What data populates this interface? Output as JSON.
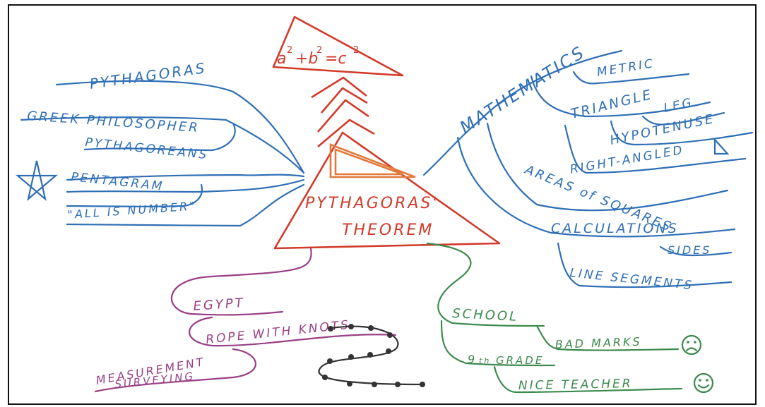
{
  "center": {
    "title_line1": "PYTHAGORAS'",
    "title_line2": "THEOREM"
  },
  "formula": {
    "a": "a",
    "plus": "+b",
    "eq": "=c",
    "sq": "2"
  },
  "left_branches": {
    "pythagoras": "PYTHAGORAS",
    "greek": "GREEK PHILOSOPHER",
    "pythagoreans": "PYTHAGOREANS",
    "pentagram": "PENTAGRAM",
    "all_number": "\"ALL IS NUMBER\""
  },
  "right_branches": {
    "mathematics": "MATHEMATICS",
    "metric": "METRIC",
    "triangle": "TRIANGLE",
    "leg": "LEG",
    "hypotenuse": "HYPOTENUSE",
    "right_angled": "RIGHT-ANGLED",
    "areas": "AREAS of SQUARES",
    "calculations": "CALCULATIONS",
    "sides": "SIDES",
    "line_segments": "LINE SEGMENTS"
  },
  "bottom_left": {
    "egypt": "EGYPT",
    "rope": "ROPE WITH KNOTS",
    "measurement": "MEASUREMENT",
    "surveying": "SURVEYING"
  },
  "bottom_right": {
    "school": "SCHOOL",
    "bad_marks": "BAD MARKS",
    "grade_num": "9",
    "grade_suffix": "th",
    "grade_word": "GRADE",
    "nice_teacher": "NICE TEACHER"
  },
  "colors": {
    "blue": "#2f6fb5",
    "red": "#d23a2a",
    "orange": "#e07a3a",
    "purple": "#9a3f86",
    "green": "#3d8a4e"
  }
}
